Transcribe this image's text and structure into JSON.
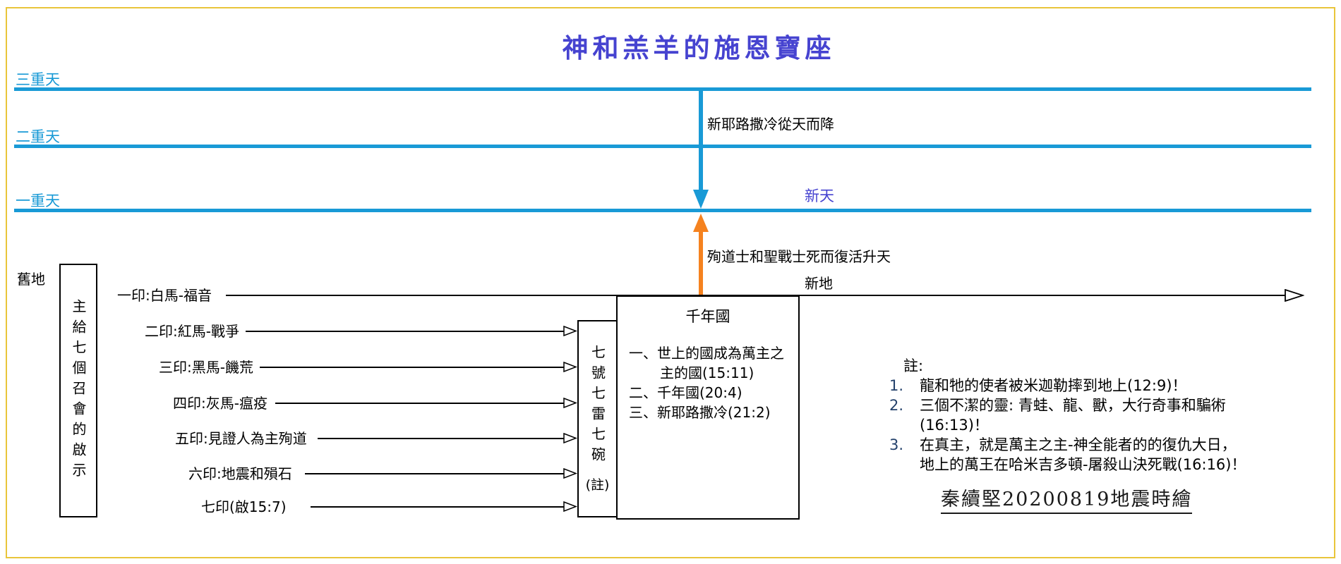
{
  "title": "神和羔羊的施恩寶座",
  "colors": {
    "heaven_line": "#199AD6",
    "orange_arrow": "#F5821F",
    "title_text": "#4643D0",
    "frame_border": "#E9C53B"
  },
  "heavens": [
    {
      "label": "三重天"
    },
    {
      "label": "二重天"
    },
    {
      "label": "一重天"
    }
  ],
  "annotations": {
    "descent": "新耶路撒冷從天而降",
    "new_heaven": "新天",
    "ascension": "殉道士和聖戰士死而復活升天",
    "old_earth": "舊地",
    "new_earth": "新地"
  },
  "left_box": {
    "text": "主給七個召會的啟示"
  },
  "seals": [
    "一印:白馬-福音",
    "二印:紅馬-戰爭",
    "三印:黑馬-饑荒",
    "四印:灰馬-瘟疫",
    "五印:見證人為主殉道",
    "六印:地震和殞石",
    "七印(啟15:7)"
  ],
  "middle_box": {
    "text": "七號七雷七碗",
    "note": "(註)"
  },
  "millennium": {
    "title": "千年國",
    "lines": [
      {
        "text": "一、世上的國成為萬主之",
        "indent": false
      },
      {
        "text": "主的國(15:11)",
        "indent": true
      },
      {
        "text": "二、千年國(20:4)",
        "indent": false
      },
      {
        "text": "三、新耶路撒冷(21:2)",
        "indent": false
      }
    ]
  },
  "notes": {
    "heading": "註:",
    "lines": [
      {
        "num": "1.",
        "text": "龍和牠的使者被米迦勒摔到地上(12:9)！"
      },
      {
        "num": "2.",
        "text": "三個不潔的靈: 青蛙、龍、獸，大行奇事和騙術"
      },
      {
        "num": "",
        "text": "(16:13)！"
      },
      {
        "num": "3.",
        "text": "在真主，就是萬主之主-神全能者的的復仇大日，"
      },
      {
        "num": "",
        "text": "地上的萬王在哈米吉多頓-屠殺山決死戰(16:16)！"
      }
    ]
  },
  "signature": "秦續堅20200819地震時繪"
}
